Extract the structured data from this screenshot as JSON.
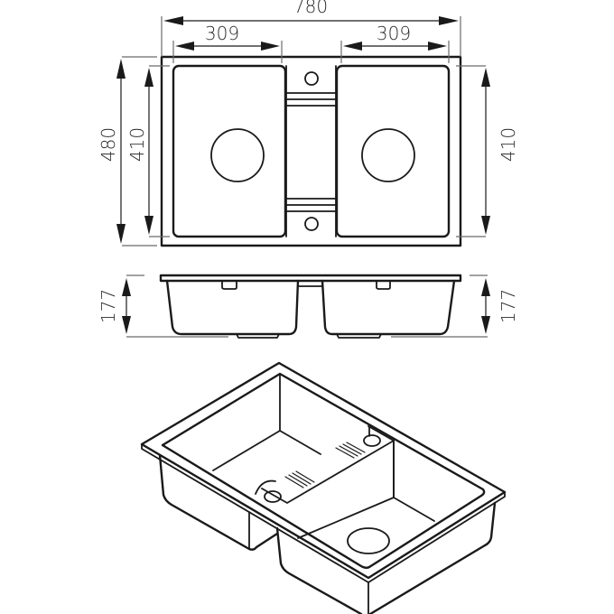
{
  "drawing": {
    "subject": "double-bowl kitchen sink",
    "units": "mm",
    "line_color": "#1a1a1a",
    "background": "#ffffff"
  },
  "top_view": {
    "dimensions": {
      "overall_width": "780",
      "left_bowl_width": "309",
      "right_bowl_width": "309",
      "overall_depth": "480",
      "left_bowl_depth": "410",
      "right_bowl_depth": "410"
    }
  },
  "side_view": {
    "dimensions": {
      "left_height": "177",
      "right_height": "177"
    }
  },
  "isometric_view": {
    "label": ""
  }
}
